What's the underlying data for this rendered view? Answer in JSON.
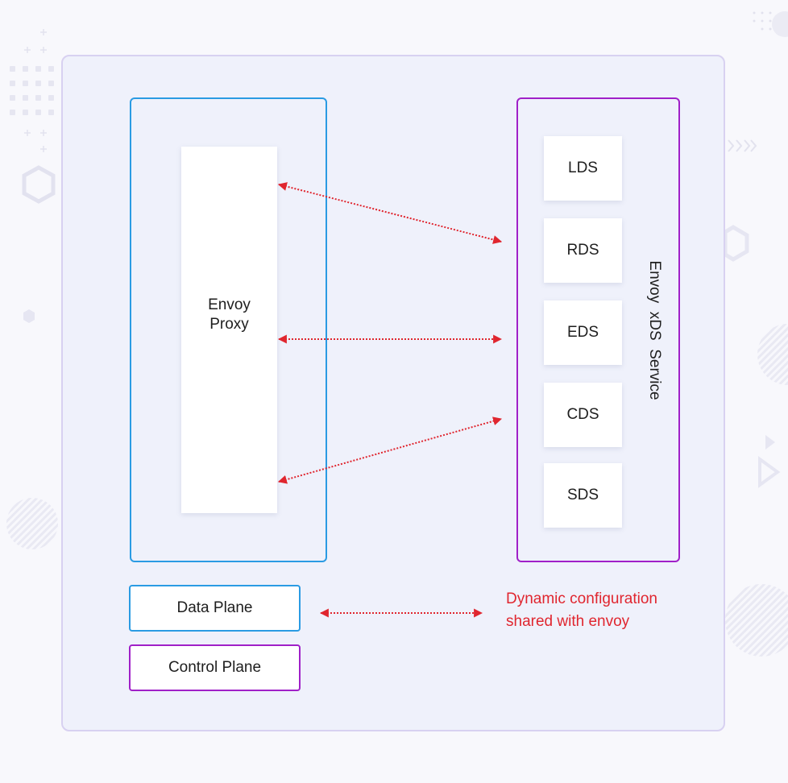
{
  "diagram": {
    "proxy": {
      "line1": "Envoy",
      "line2": "Proxy"
    },
    "xds_service": {
      "label": "Envoy  xDS  Service",
      "items": [
        "LDS",
        "RDS",
        "EDS",
        "CDS",
        "SDS"
      ]
    },
    "legend": {
      "data_plane": "Data Plane",
      "control_plane": "Control Plane",
      "arrow_line1": "Dynamic configuration",
      "arrow_line2": "shared with envoy"
    },
    "colors": {
      "data_plane": "#2a9be3",
      "control_plane": "#a020c8",
      "arrow": "#e0262f",
      "frame_bg": "#eff1fb",
      "frame_border": "#d8d1f1"
    }
  }
}
